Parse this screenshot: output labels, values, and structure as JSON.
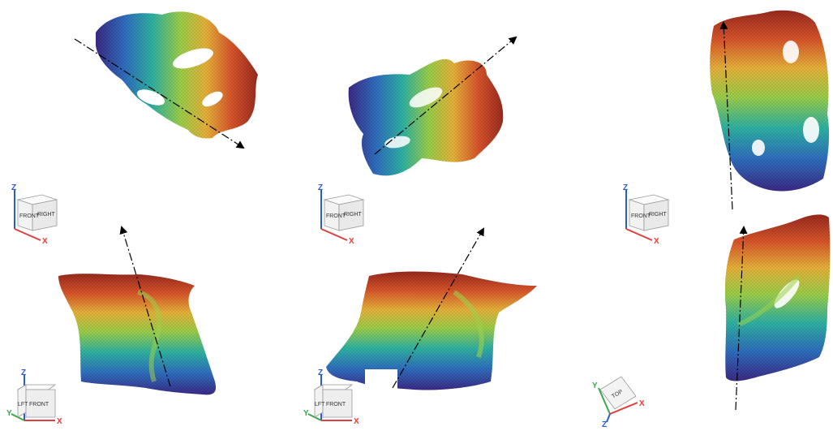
{
  "colors": {
    "z_axis": "#2a5bd7",
    "x_axis": "#e0403a",
    "y_axis": "#3aa84a",
    "gradient": [
      "#3b2a86",
      "#2f6fbf",
      "#2fb3a3",
      "#9ccf4a",
      "#e8b23a",
      "#d9552b",
      "#9a2a1e"
    ],
    "arrow": "#000000"
  },
  "gizmos": {
    "g1": {
      "z": "Z",
      "x": "X",
      "front": "FRONT",
      "right": "RIGHT"
    },
    "g2": {
      "z": "Z",
      "x": "X",
      "front": "FRONT",
      "right": "RIGHT"
    },
    "g3": {
      "z": "Z",
      "x": "X",
      "front": "FRONT",
      "right": "RIGHT"
    },
    "g4": {
      "z": "Z",
      "x": "X",
      "y": "Y",
      "front": "FRONT",
      "left": "LFT"
    },
    "g5": {
      "z": "Z",
      "x": "X",
      "y": "Y",
      "front": "FRONT",
      "left": "LFT"
    },
    "g6": {
      "x": "X",
      "y": "Y",
      "z": "Z",
      "top": "TOP"
    }
  },
  "icons": {
    "direction_arrow": "dash-dot-arrow-icon",
    "orientation_cube": "view-cube-icon"
  }
}
